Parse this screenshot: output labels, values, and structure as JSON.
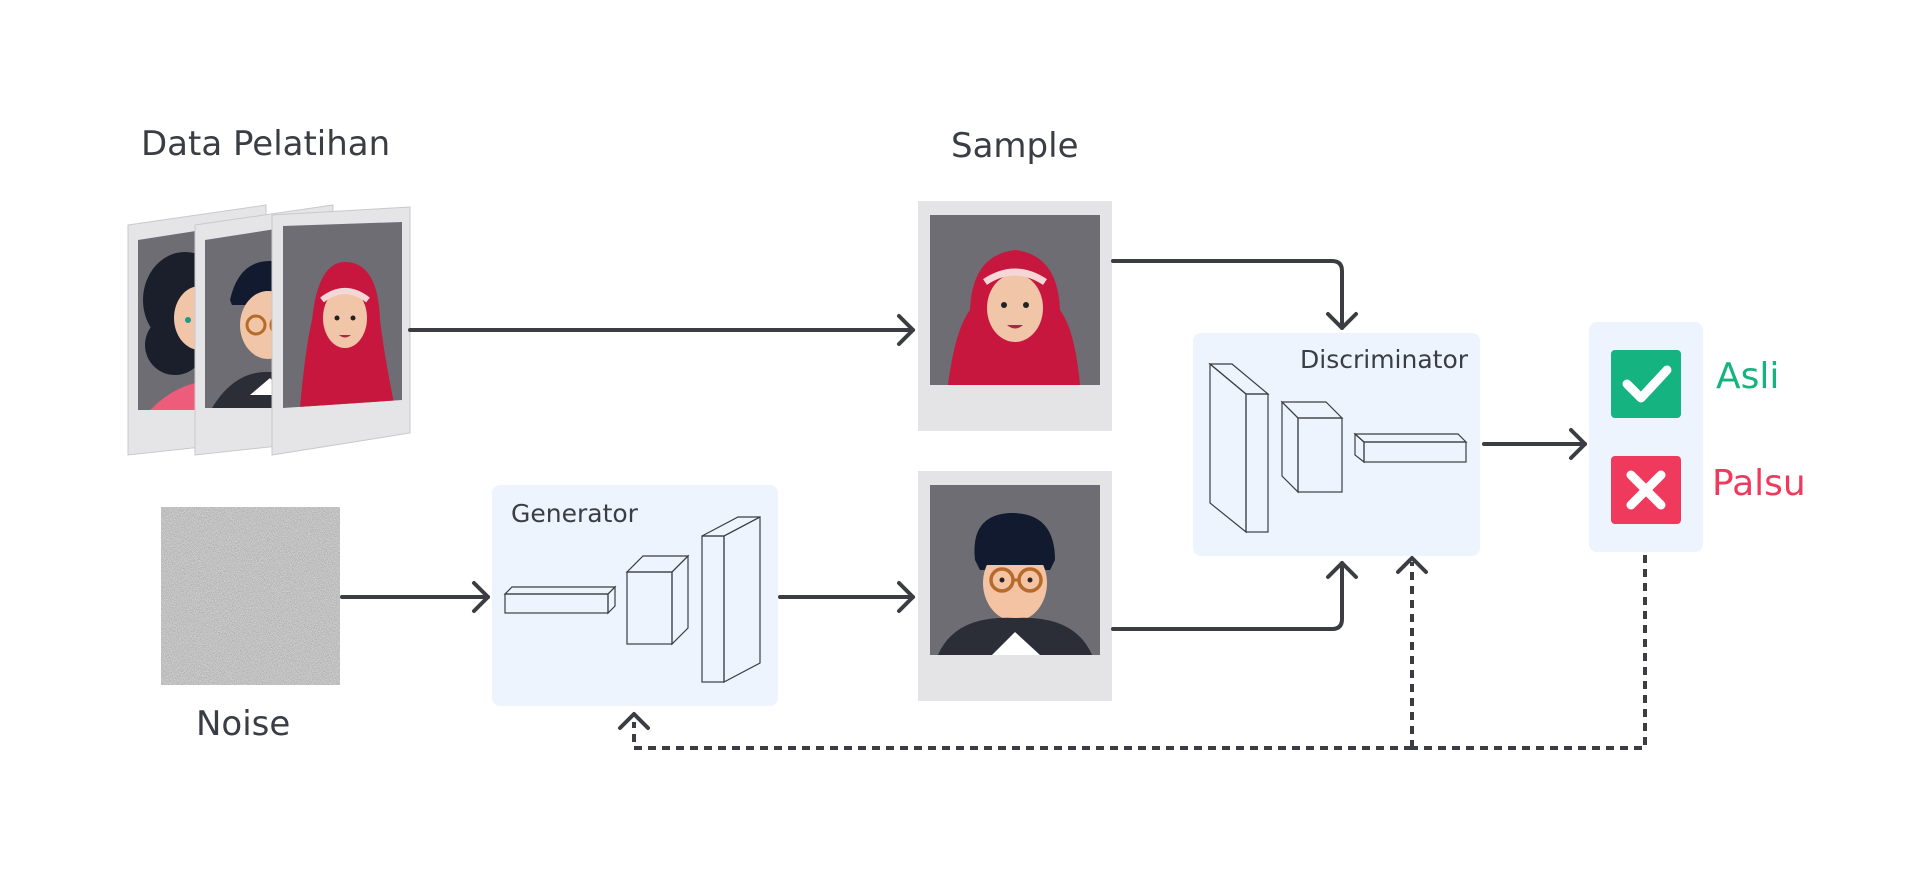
{
  "labels": {
    "training_data": "Data Pelatihan",
    "sample": "Sample",
    "noise": "Noise",
    "generator": "Generator",
    "discriminator": "Discriminator",
    "real": "Asli",
    "fake": "Palsu"
  },
  "colors": {
    "arrow": "#3b3d42",
    "panel": "#eef4fe",
    "real": "#14b37f",
    "fake": "#ef3a5d",
    "photo_bg": "#6d6d73",
    "frame": "#e4e4e6",
    "hijab": "#c8173f",
    "hair": "#111a2e"
  },
  "icons": {
    "real": "checkmark-icon",
    "fake": "x-icon"
  }
}
